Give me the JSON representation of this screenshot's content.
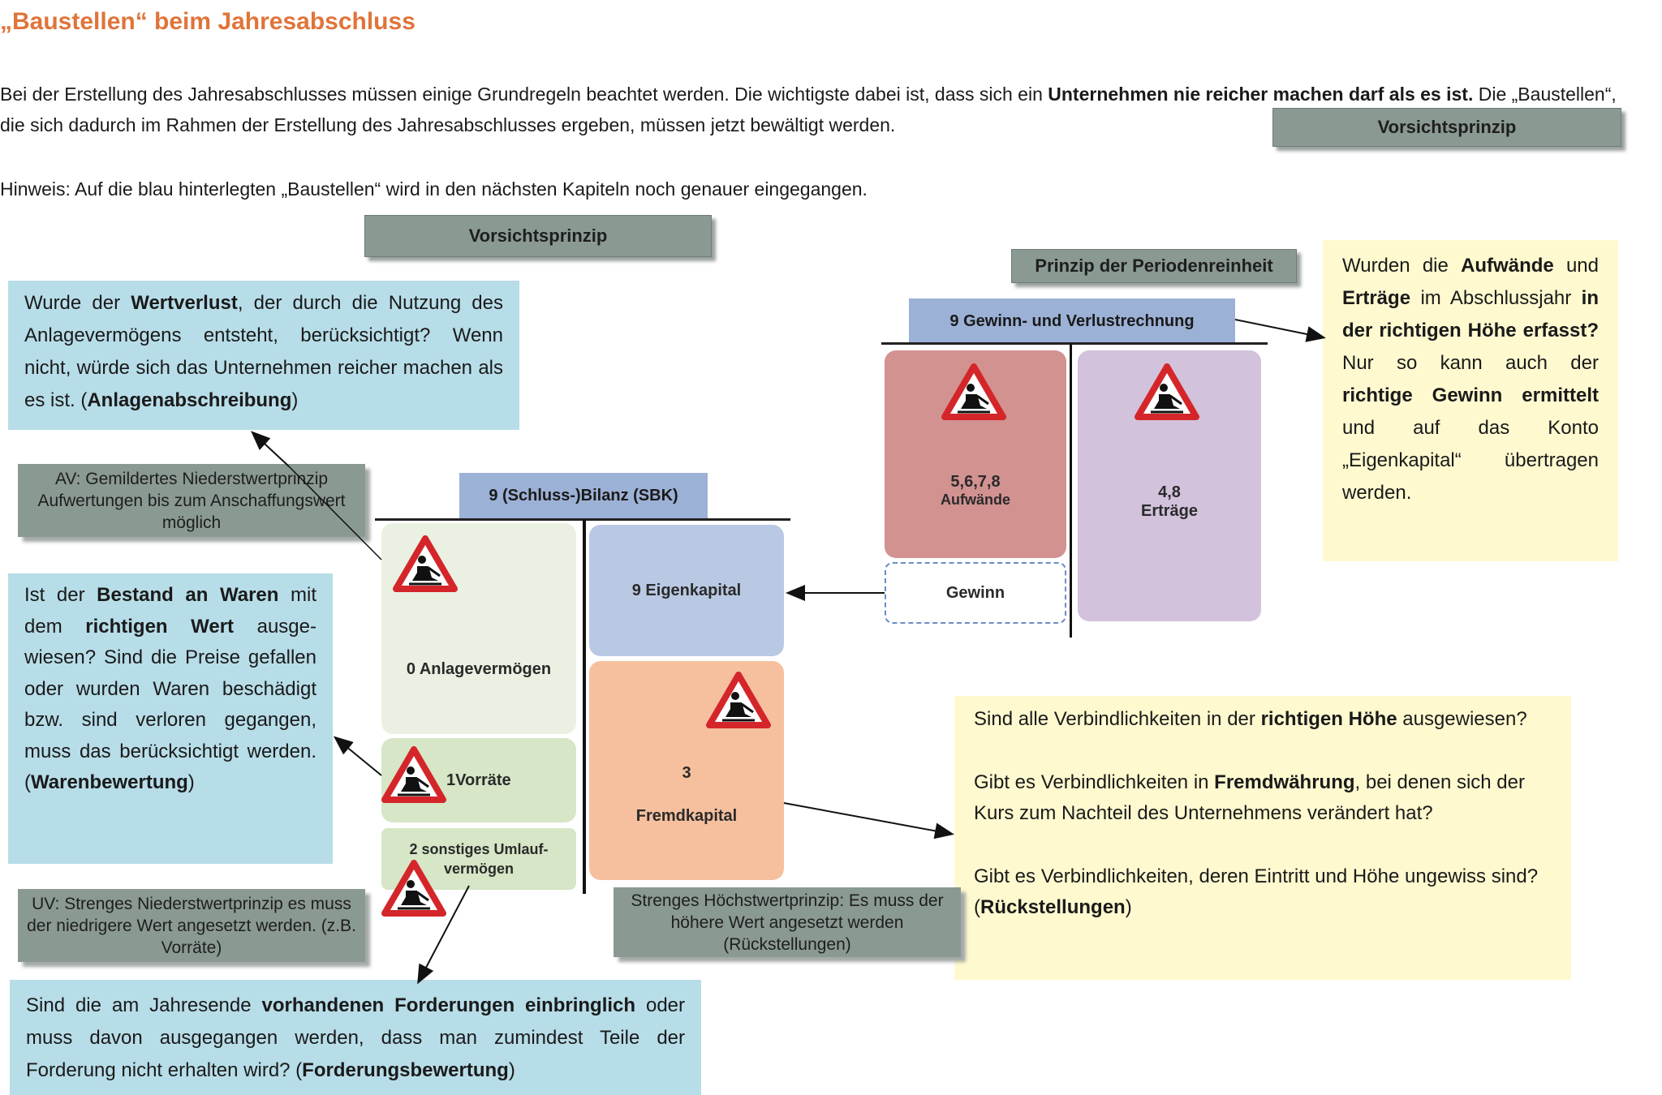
{
  "title": "„Baustellen“ beim Jahresabschluss",
  "intro": {
    "part1": "Bei der Erstellung des Jahresabschlusses müssen einige Grundregeln beachtet werden. Die wichtigste dabei ist, dass sich ein ",
    "bold1": "Unternehmen nie reicher machen darf als es ist.",
    "part2": " Die „Baustellen“, die sich dadurch im Rahmen der Erstellung des Jahresabschlusses ergeben, müssen jetzt bewältigt werden."
  },
  "hint": "Hinweis: Auf die blau hinterlegten „Baustellen“ wird in den nächsten Kapiteln noch genauer eingegangen.",
  "labels": {
    "vorsicht_top": "Vorsichtsprinzip",
    "vorsicht_mid": "Vorsichtsprinzip",
    "periodenreinheit": "Prinzip der Periodenreinheit"
  },
  "blue_boxes": {
    "wertverlust": {
      "t1": "Wurde der ",
      "b1": "Wertverlust",
      "t2": ", der durch die Nutzung des Anlagevermögens entsteht, berücksichtigt? Wenn nicht, würde sich das Unternehmen reicher machen als es ist. (",
      "b2": "Anlagenabschreibung",
      "t3": ")"
    },
    "waren": {
      "t1": "Ist der ",
      "b1": "Bestand an Waren",
      "t2": " mit dem ",
      "b2": "richtigen Wert",
      "t3": " ausge-wiesen? Sind die Preise gefallen oder wurden Waren beschädigt bzw. sind verloren gegangen, muss das berücksichtigt werden. (",
      "b3": "Warenbewertung",
      "t4": ")"
    },
    "forderungen": {
      "t1": "Sind die am Jahresende ",
      "b1": "vorhandenen Forderungen einbringlich",
      "t2": " oder muss davon ausgegangen werden, dass man zumindest Teile der Forderung nicht erhalten wird? (",
      "b2": "Forderungsbewertung",
      "t3": ")"
    }
  },
  "yellow_boxes": {
    "guv": {
      "t1": "Wurden die ",
      "b1": "Aufwände",
      "t2": " und ",
      "b2": "Erträge",
      "t3": " im Abschlussjahr ",
      "b3": "in der richtigen Höhe erfasst?",
      "t4": " Nur so kann auch der ",
      "b4": "richtige Gewinn ermittelt",
      "t5": " und auf das Konto „Eigenkapital“ übertragen werden."
    },
    "verbindlichkeiten": {
      "p1a": "Sind alle Verbindlichkeiten in der ",
      "p1b": "richtigen Höhe",
      "p1c": " ausgewiesen?",
      "p2a": "Gibt es Verbindlichkeiten in ",
      "p2b": "Fremdwährung",
      "p2c": ", bei denen sich der Kurs zum Nachteil des Unternehmens verändert hat?",
      "p3a": "Gibt es Verbindlichkeiten, deren Eintritt und Höhe ungewiss sind? (",
      "p3b": "Rückstellungen",
      "p3c": ")"
    }
  },
  "notes": {
    "av": "AV: Gemildertes Niederstwertprinzip Aufwertungen bis zum Anschaffungswert möglich",
    "uv": "UV: Strenges Niederstwertprinzip es muss der niedrigere Wert angesetzt werden. (z.B. Vorräte)",
    "hoechst": "Strenges Höchstwertprinzip: Es muss der höhere Wert angesetzt werden (Rückstellungen)"
  },
  "bilanz": {
    "header": "9 (Schluss-)Bilanz (SBK)",
    "anlage": "0 Anlagevermögen",
    "vorraete": "1Vorräte",
    "umlauf": "2 sonstiges Umlauf-vermögen",
    "eigenkapital": "9 Eigenkapital",
    "fremd_num": "3",
    "fremd": "Fremdkapital"
  },
  "guv": {
    "header": "9 Gewinn- und Verlustrechnung",
    "aufw_num": "5,6,7,8",
    "aufw": "Aufwände",
    "ertr_num": "4,8",
    "ertr": "Erträge",
    "gewinn": "Gewinn"
  },
  "colors": {
    "title": "#e0743a",
    "label_grey": "#8a9a92",
    "blue_box": "#b7dde8",
    "yellow_box": "#fff9cf",
    "header_blue": "#9cb1d6",
    "anlage": "#eaf1e2",
    "vorraete": "#d6e6c6",
    "eigenkapital": "#b9c9e4",
    "fremdkapital": "#f6c09e",
    "aufwand": "#d29290",
    "ertrag": "#d2c2dc"
  },
  "icons": [
    "construction-warning-icon"
  ]
}
